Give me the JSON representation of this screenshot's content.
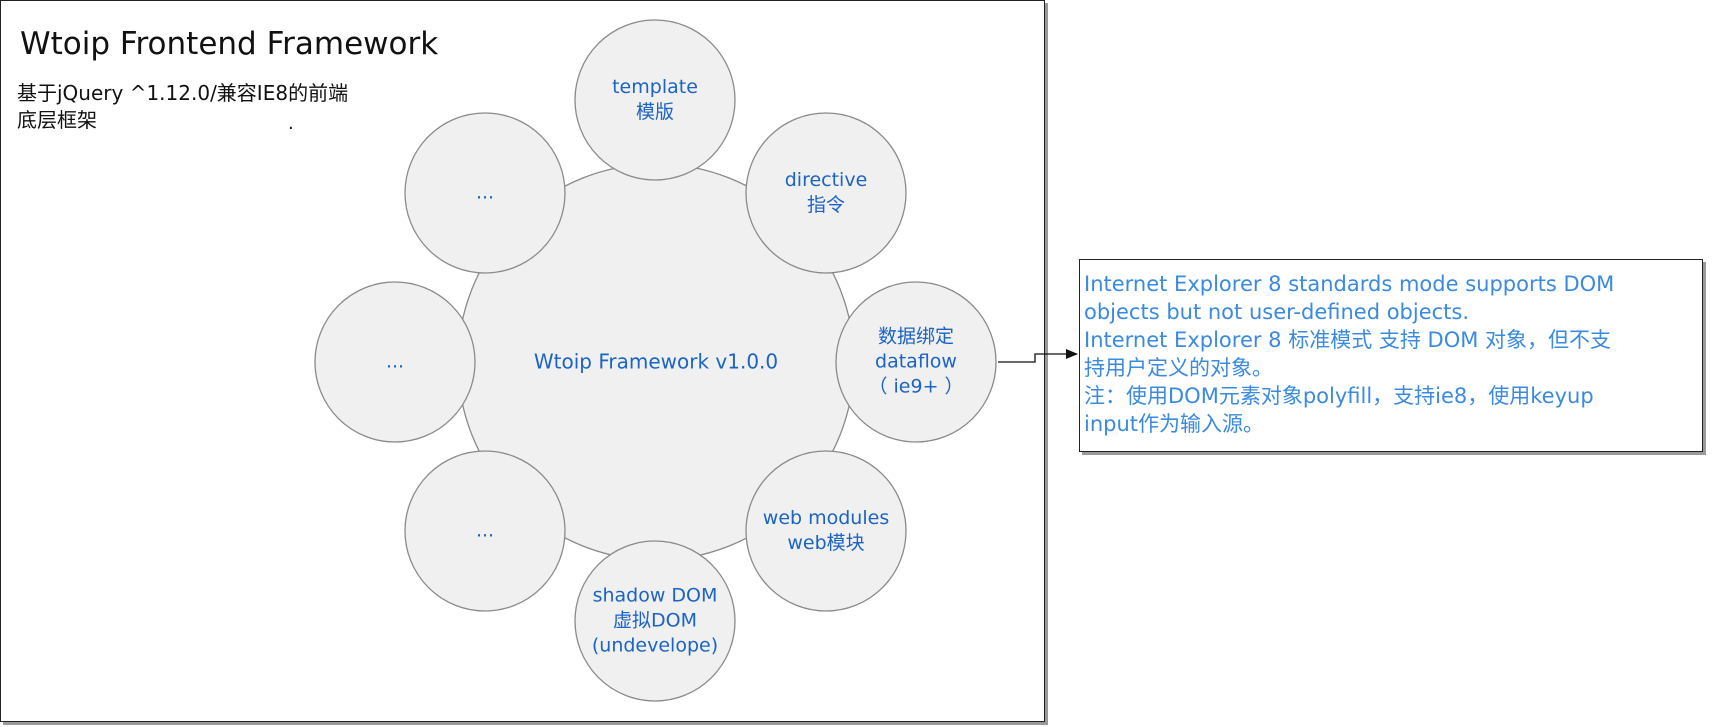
{
  "title": "Wtoip Frontend Framework",
  "subtitle": {
    "line1": "基于jQuery ^1.12.0/兼容IE8的前端",
    "line2": "底层框架",
    "dot": "."
  },
  "center": {
    "label": "Wtoip Framework v1.0.0"
  },
  "nodes": [
    {
      "id": "template",
      "lines": [
        "template",
        "模版"
      ]
    },
    {
      "id": "directive",
      "lines": [
        "directive",
        "指令"
      ]
    },
    {
      "id": "dataflow",
      "lines": [
        "数据绑定",
        "dataflow",
        "（ ie9+ ）"
      ]
    },
    {
      "id": "web-modules",
      "lines": [
        "web modules",
        "web模块"
      ]
    },
    {
      "id": "shadow-dom",
      "lines": [
        "shadow DOM",
        "虚拟DOM",
        "(undevelope)"
      ]
    },
    {
      "id": "ellipsis-bottom-left",
      "lines": [
        "..."
      ]
    },
    {
      "id": "ellipsis-left",
      "lines": [
        "..."
      ]
    },
    {
      "id": "ellipsis-top-left",
      "lines": [
        "..."
      ]
    }
  ],
  "note": {
    "lines": [
      "Internet Explorer 8 standards mode supports DOM",
      "objects but not user-defined objects.",
      "Internet Explorer 8 标准模式 支持 DOM 对象，但不支",
      "持用户定义的对象。",
      "注：使用DOM元素对象polyfill，支持ie8，使用keyup",
      "input作为输入源。"
    ]
  },
  "colors": {
    "node_text": "#1b63c4",
    "note_text": "#3a8ae0",
    "circle_fill": "#f0f0f0",
    "circle_stroke": "#8a8a8a"
  }
}
